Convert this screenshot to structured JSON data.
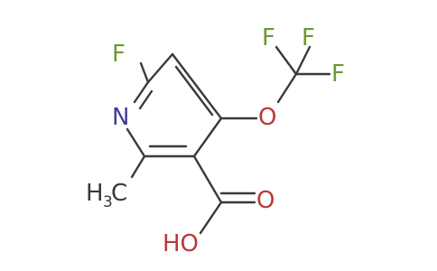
{
  "molecule": {
    "atoms": {
      "f_ring": "F",
      "n_ring": "N",
      "o_ether": "O",
      "f_cf3_1": "F",
      "f_cf3_2": "F",
      "f_cf3_3": "F",
      "methyl_h": "H",
      "methyl_sub": "3",
      "methyl_c": "C",
      "o_carbonyl": "O",
      "hydroxyl": "HO"
    },
    "colors": {
      "bond": "#3a3a3a",
      "nitrogen": "#3e3e9a",
      "oxygen": "#b83a3a",
      "fluorine": "#6a9a30",
      "carbon": "#3a3a3a"
    }
  }
}
